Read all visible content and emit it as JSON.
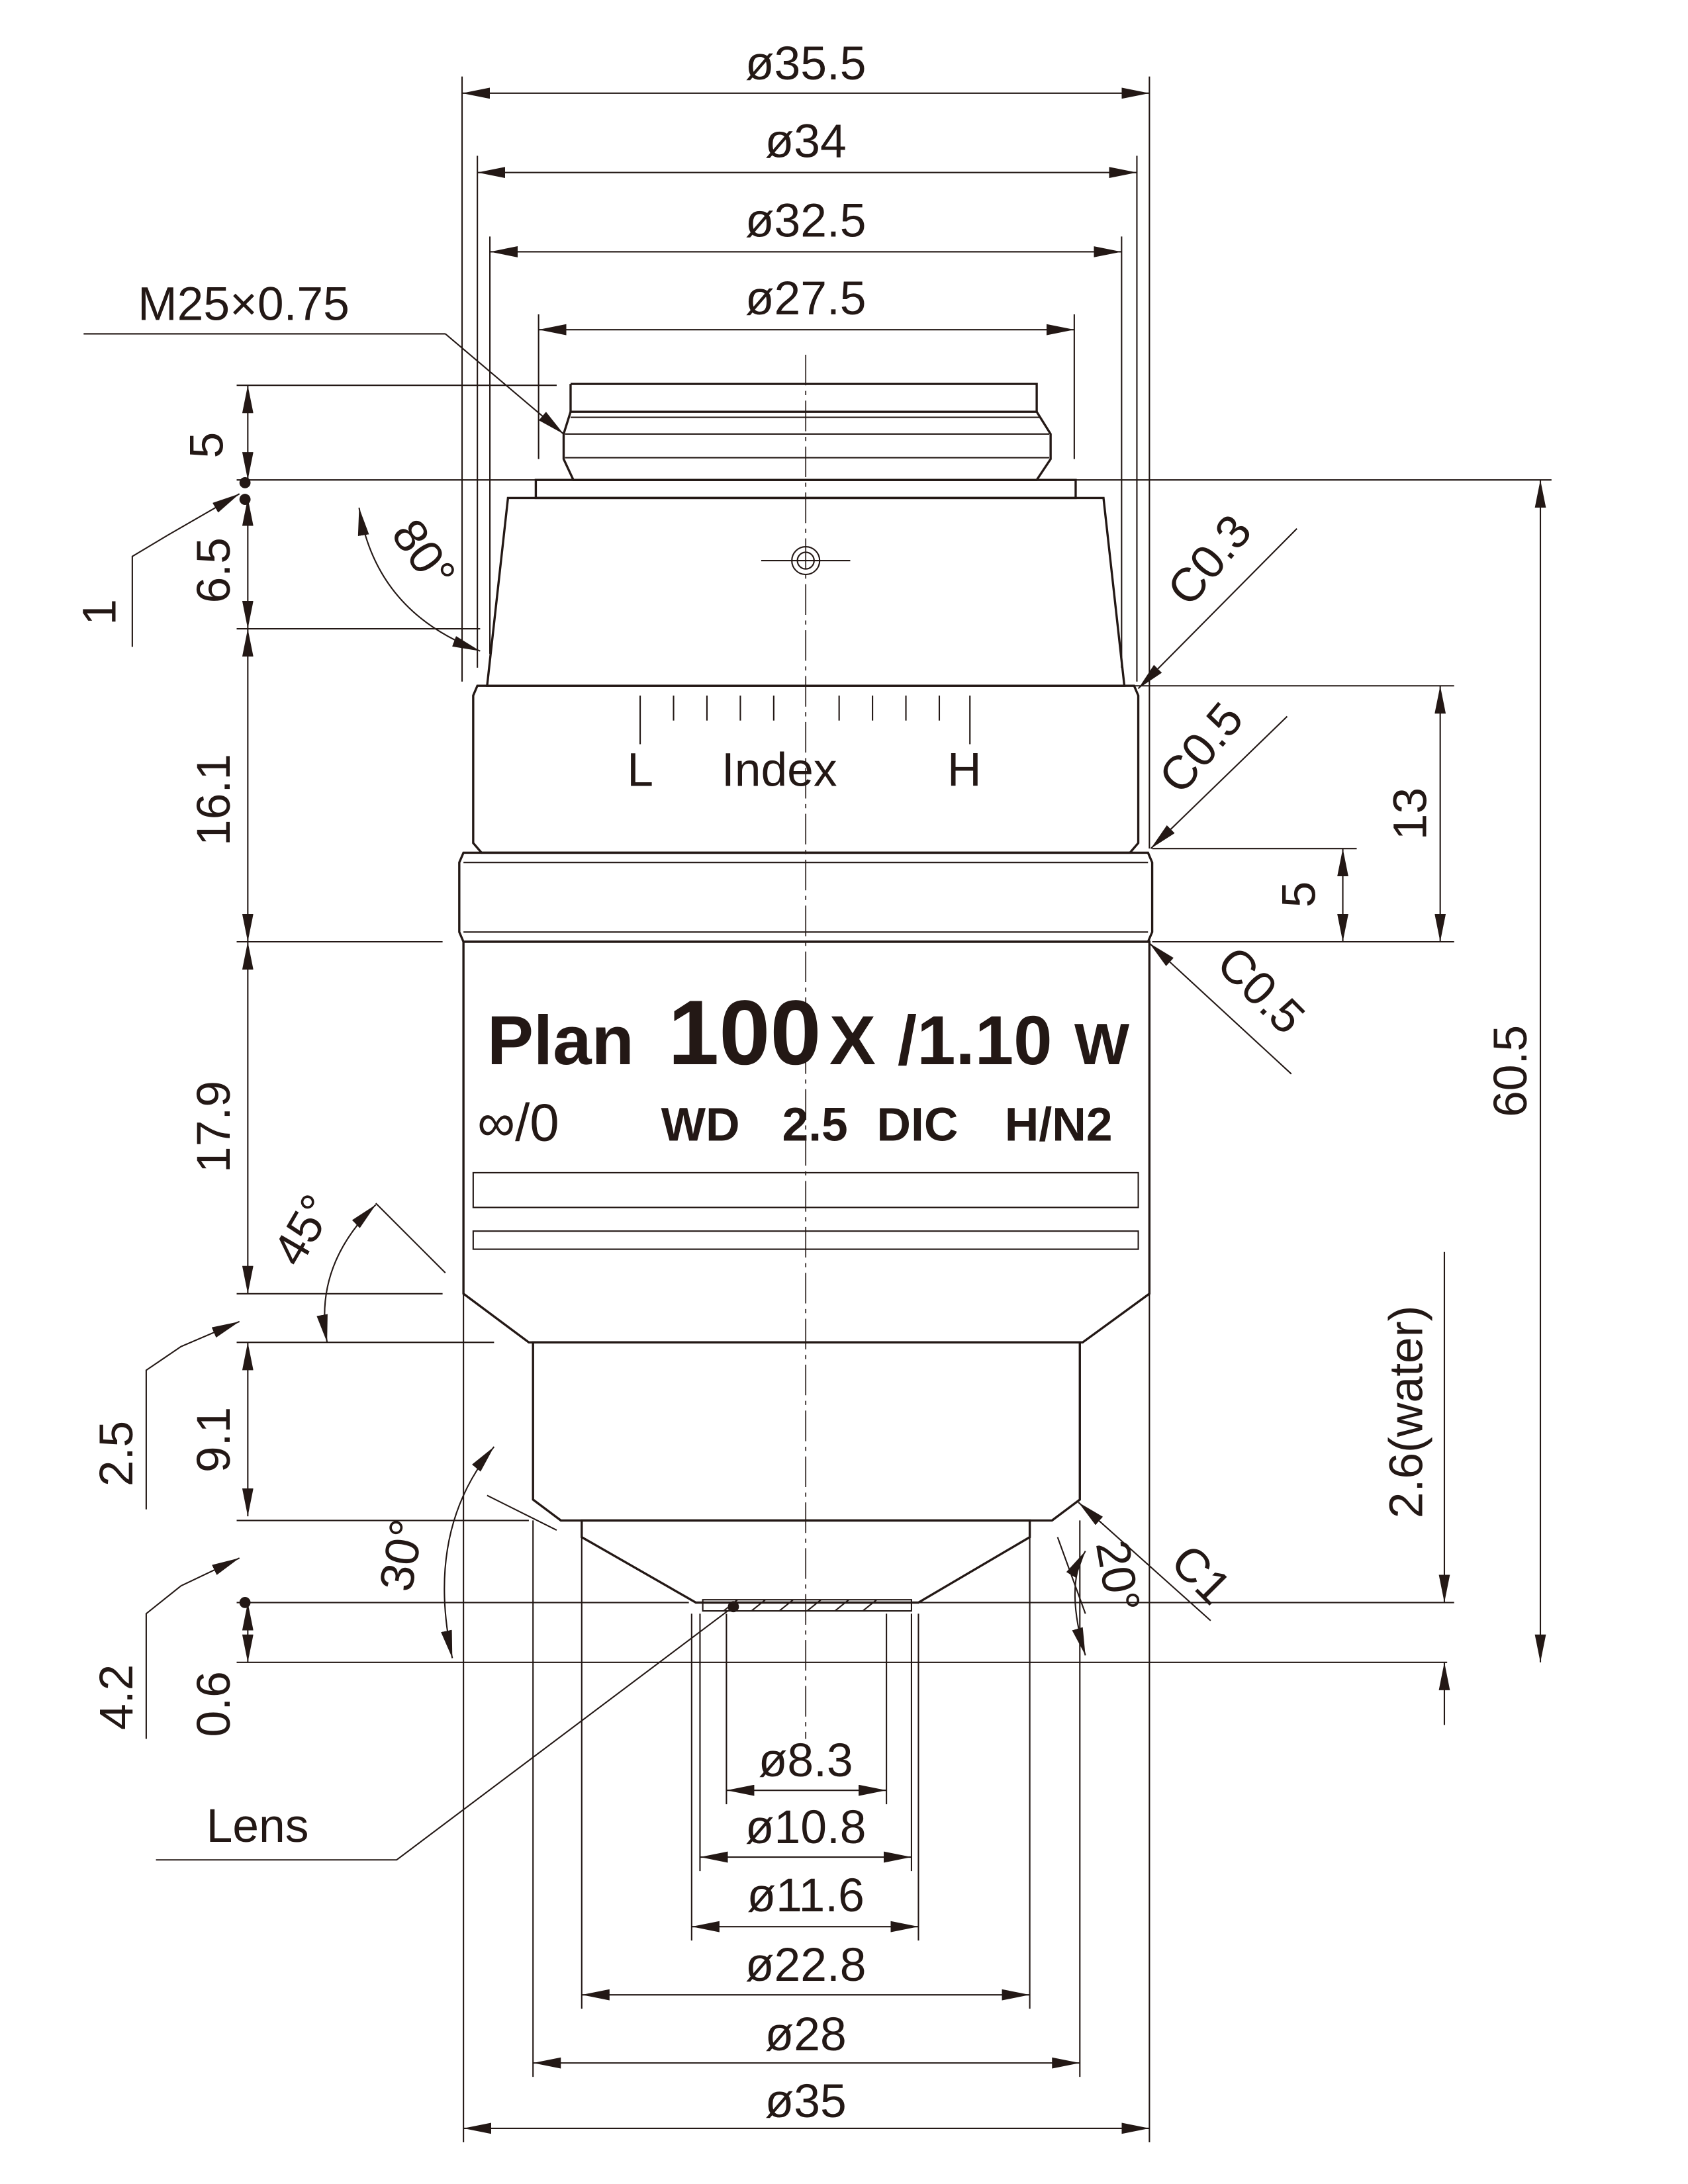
{
  "drawing": {
    "top_dims": [
      "ø35.5",
      "ø34",
      "ø32.5",
      "ø27.5"
    ],
    "thread": "M25×0.75",
    "left_dims": {
      "d5": "5",
      "d6_5": "6.5",
      "d16_1": "16.1",
      "d17_9": "17.9",
      "d9_1": "9.1",
      "d0_6": "0.6",
      "d1": "1",
      "d2_5": "2.5",
      "d4_2": "4.2"
    },
    "angles": {
      "a80": "80°",
      "a45": "45°",
      "a30": "30°",
      "a20": "20°"
    },
    "chamfers": {
      "c03": "C0.3",
      "c05a": "C0.5",
      "c05b": "C0.5",
      "c1": "C1"
    },
    "right_dims": {
      "d13": "13",
      "d5": "5",
      "d60_5": "60.5",
      "wd": "2.6(water)"
    },
    "index": {
      "low": "L",
      "label": "Index",
      "high": "H"
    },
    "engraving": {
      "line1_a": "Plan",
      "line1_b": "100",
      "line1_c": "X",
      "line1_d": "/1.10",
      "line1_e": "W",
      "line2_a": "∞/0",
      "line2_b": "WD",
      "line2_c": "2.5",
      "line2_d": "DIC",
      "line2_e": "H/N2"
    },
    "bottom_dims": [
      "ø8.3",
      "ø10.8",
      "ø11.6",
      "ø22.8",
      "ø28",
      "ø35"
    ],
    "lens_label": "Lens"
  }
}
